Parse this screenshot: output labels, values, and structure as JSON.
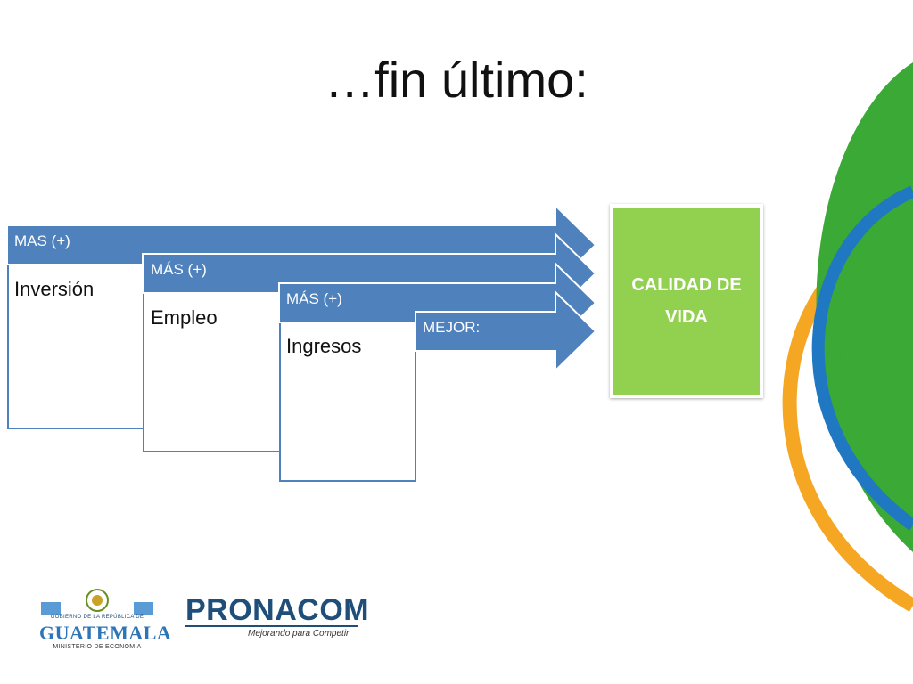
{
  "title": "…fin último:",
  "steps": [
    {
      "arrow_label": "MAS (+)",
      "box_label": "Inversión"
    },
    {
      "arrow_label": "MÁS (+)",
      "box_label": "Empleo"
    },
    {
      "arrow_label": "MÁS (+)",
      "box_label": "Ingresos"
    },
    {
      "arrow_label": "MEJOR:",
      "box_label": ""
    }
  ],
  "result": {
    "line1": "CALIDAD DE",
    "line2": "VIDA"
  },
  "logos": {
    "guatemala": {
      "top": "GOBIERNO DE LA REPÚBLICA DE",
      "name": "GUATEMALA",
      "sub": "MINISTERIO DE ECONOMÍA"
    },
    "pronacom": {
      "name": "PRONACOM",
      "tagline": "Mejorando para Competir"
    }
  },
  "colors": {
    "arrow": "#4f81bd",
    "result": "#92d050",
    "deco_green": "#3aa935",
    "deco_blue": "#1f78c1",
    "deco_orange": "#f5a623"
  }
}
